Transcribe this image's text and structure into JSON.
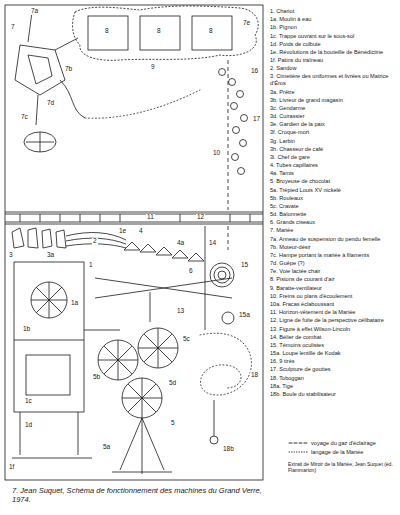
{
  "diagram": {
    "caption": "7. Jean Suquet, Schéma de fonctionnement des machines du Grand Verre, 1974.",
    "labels": [
      "1. Chariot",
      "1a. Moulin à eau",
      "1b. Pignon",
      "1c. Trappe ouvrant sur le sous-sol",
      "1d. Poids de culbute",
      "1e. Révolutions de la bouteille de Bénédictine",
      "1f. Patins du traîneau",
      "2. Sandow",
      "3. Cimetière des uniformes et livrées ou Matrice d'Éros",
      "3a. Prêtre",
      "3b. Livreur de grand magasin",
      "3c. Gendarme",
      "3d. Cuirassier",
      "3e. Gardien de la paix",
      "3f. Croque-mort",
      "3g. Larbin",
      "3h. Chasseur de café",
      "3i. Chef de gare",
      "4. Tubes capillaires",
      "4a. Tamis",
      "5. Broyeuse de chocolat",
      "5a. Trépied Louis XV nickelé",
      "5b. Rouleaux",
      "5c. Cravate",
      "5d. Baïonnette",
      "6. Grands ciseaux",
      "7. Mariée",
      "7a. Anneau de suspension du pendu femelle",
      "7b. Moteur-désir",
      "7c. Hampe portant la mariée à filaments",
      "7d. Guêpe (?)",
      "7e. Voie lactée chair",
      "8. Pistons de courant d'air",
      "9. Baratte-ventilateur",
      "10. Freins ou plans d'écoulement",
      "10a. Fracas éclaboussant",
      "11. Horizon-vêtement de la Mariée",
      "12. Ligne de fuite de la perspective célibataire",
      "13. Figure à effet Wilson-Lincoln",
      "14. Bélier de combat",
      "15. Témoins oculistes",
      "15a. Loupe lentille de Kodak",
      "16. 9 tirés",
      "17. Sculpture de gouttes",
      "18. Toboggan",
      "18a. Tige",
      "18b. Boule du stabilisateur",
      "7a",
      "7",
      "7b",
      "7d",
      "7c",
      "8",
      "8",
      "8",
      "7e",
      "9",
      "16",
      "17",
      "10",
      "11",
      "12",
      "3",
      "3a",
      "2",
      "1e",
      "4",
      "4a",
      "1",
      "1a",
      "1b",
      "1c",
      "1d",
      "1f",
      "6",
      "13",
      "14",
      "15",
      "15a",
      "5b",
      "5c",
      "5d",
      "5",
      "5a",
      "18",
      "18b",
      "Extrait de Miroir de la Mariée, Jean Suquet (éd. Flammarion)"
    ],
    "legend": [
      {
        "text": "voyage du gaz d'éclairage"
      },
      {
        "text": "langage de la Mariée"
      }
    ]
  }
}
